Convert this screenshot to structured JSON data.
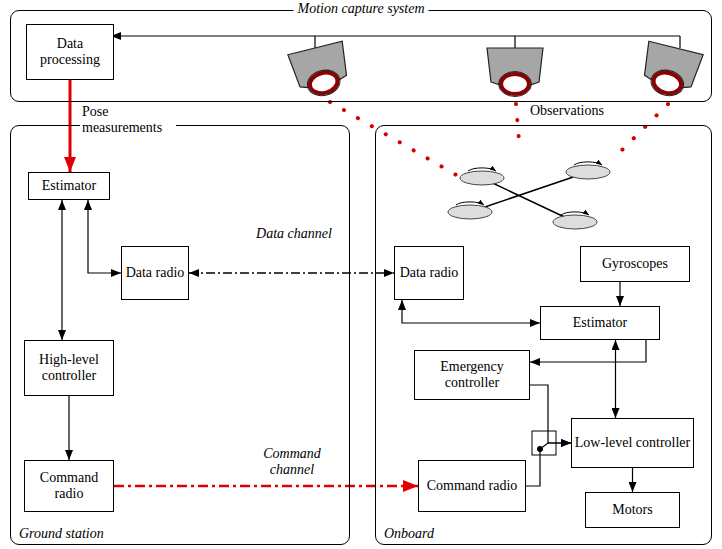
{
  "diagram": {
    "nodes": [
      {
        "text": [
          "Motion capture system"
        ]
      },
      {
        "text": [
          "Data processing"
        ],
        "in": 0
      },
      {
        "text": [
          "Ground station"
        ]
      },
      {
        "text": [
          "Estimator"
        ],
        "in": 2
      },
      {
        "text": [
          "Data radio"
        ],
        "in": 2
      },
      {
        "text": [
          "High-level controller"
        ],
        "in": 2
      },
      {
        "text": [
          "Command radio"
        ],
        "in": 2
      },
      {
        "text": [
          "Onboard"
        ]
      },
      {
        "text": [
          "Data radio"
        ],
        "in": 7
      },
      {
        "text": [
          "Gyroscopes"
        ],
        "in": 7
      },
      {
        "text": [
          "Estimator"
        ],
        "in": 7
      },
      {
        "text": [
          "Emergency controller"
        ],
        "in": 7
      },
      {
        "text": [
          "Low-level controller"
        ],
        "in": 7
      },
      {
        "text": [
          "Command radio"
        ],
        "in": 7
      },
      {
        "text": [
          "Motors"
        ],
        "in": 7
      }
    ],
    "edges": [
      {
        "from": 1,
        "to": 3,
        "arrow": "to",
        "label": "Pose measurements"
      },
      {
        "from": 3,
        "to": 4,
        "arrow": "both"
      },
      {
        "from": 3,
        "to": 5,
        "arrow": "both"
      },
      {
        "from": 5,
        "to": 6,
        "arrow": "to"
      },
      {
        "from": 4,
        "to": 8,
        "arrow": "both",
        "label": "Data channel"
      },
      {
        "from": 6,
        "to": 13,
        "arrow": "to",
        "label": "Command channel"
      },
      {
        "from": 8,
        "to": 10,
        "arrow": "both"
      },
      {
        "from": 9,
        "to": 10,
        "arrow": "to"
      },
      {
        "from": 10,
        "to": 11,
        "arrow": "to"
      },
      {
        "from": 10,
        "to": 12,
        "arrow": "both"
      },
      {
        "from": 11,
        "to": 12,
        "arrow": "to"
      },
      {
        "from": 13,
        "to": 12,
        "arrow": "to"
      },
      {
        "from": 12,
        "to": 14,
        "arrow": "to"
      }
    ],
    "labels": [
      "Observations"
    ]
  }
}
